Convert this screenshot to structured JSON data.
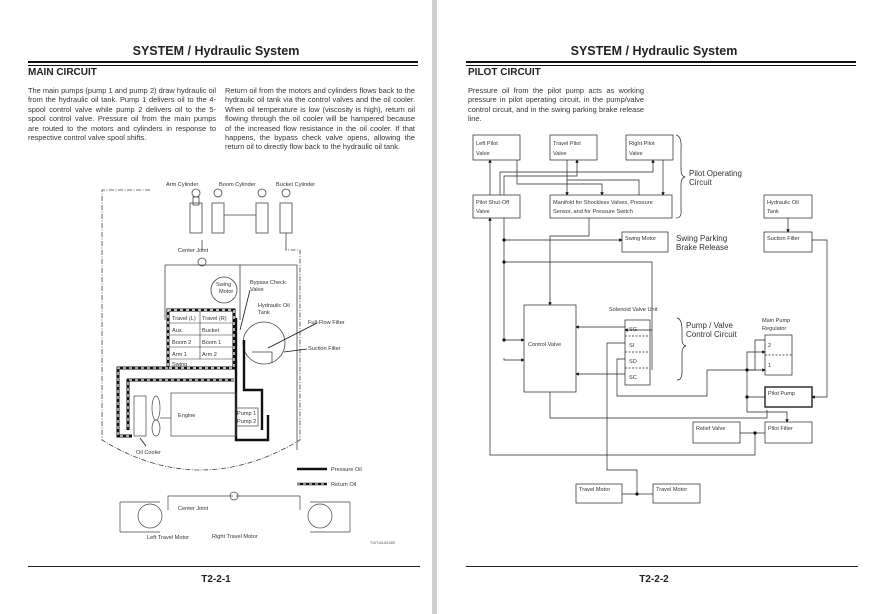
{
  "left_page": {
    "title": "SYSTEM / Hydraulic System",
    "heading": "MAIN CIRCUIT",
    "para_left": "The main pumps (pump 1 and pump 2) draw hydraulic oil from the hydraulic oil tank. Pump 1 delivers oil to the 4-spool control valve while pump 2 delivers oil to the 5-spool control valve. Pressure oil from the main pumps are routed to the motors and cylinders in response to respective control valve spool shifts.",
    "para_right": "Return oil from the motors and cylinders flows back to the hydraulic oil tank via the control valves and the oil cooler. When oil temperature is low (viscosity is high), return oil flowing through the oil cooler will be hampered because of the increased flow resistance in the oil cooler. If that happens, the bypass check valve opens, allowing the return oil to directly flow back to the hydraulic oil tank.",
    "diagram": {
      "arm_cylinder": "Arm Cylinder",
      "boom_cylinder": "Boom Cylinder",
      "bucket_cylinder": "Bucket Cylinder",
      "center_joint_top": "Center Joint",
      "swing_motor": [
        "Swing",
        "Motor"
      ],
      "bypass_check_valve": [
        "Bypass Check",
        "Valve"
      ],
      "hydraulic_oil_tank": [
        "Hydraulic Oil",
        "Tank"
      ],
      "full_flow_filter": "Full-Flow Filter",
      "suction_filter": "Suction Filter",
      "spools": [
        "Travel (L)",
        "Travel (R)",
        "Aux.",
        "Bucket",
        "Boom 2",
        "Boom 1",
        "Arm 1",
        "Arm 2",
        "Swing"
      ],
      "engine": "Engine",
      "pump1": "Pump 1",
      "pump2": "Pump 2",
      "oil_cooler": "Oil Cooler",
      "legend_pressure": "Pressure Oil",
      "legend_return": "Return Oil",
      "center_joint_bottom": "Center Joint",
      "left_travel_motor": "Left Travel Motor",
      "right_travel_motor": "Right Travel Motor",
      "figure_id": "T1V7-04-03-003"
    },
    "page_number": "T2-2-1"
  },
  "right_page": {
    "title": "SYSTEM / Hydraulic System",
    "heading": "PILOT CIRCUIT",
    "para": "Pressure oil from the pilot pump acts as working pressure in pilot operating circuit, in the pump/valve control circuit, and in the swing parking brake release line.",
    "diagram": {
      "left_pilot_valve": [
        "Left Pilot",
        "Valve"
      ],
      "travel_pilot_valve": [
        "Travel Pilot",
        "Valve"
      ],
      "right_pilot_valve": [
        "Right Pilot",
        "Valve"
      ],
      "pilot_operating_circuit": [
        "Pilot Operating",
        "Circuit"
      ],
      "pilot_shutoff_valve": [
        "Pilot Shut-Off",
        "Valve"
      ],
      "manifold": [
        "Manifold for Shockless Valves, Pressure",
        "Sensor, and for Pressure Switch"
      ],
      "hydraulic_oil_tank": [
        "Hydraulic Oil",
        "Tank"
      ],
      "suction_filter": "Suction Filter",
      "swing_motor": "Swing Motor",
      "swing_parking_brake_release": [
        "Swing Parking",
        "Brake Release"
      ],
      "solenoid_valve_unit": "Solenoid Valve Unit",
      "solenoids": [
        "SG",
        "SI",
        "SD",
        "SC"
      ],
      "pump_valve_control_circuit": [
        "Pump / Valve",
        "Control Circuit"
      ],
      "control_valve": "Control Valve",
      "main_pump_regulator": [
        "Main Pump",
        "Regulator"
      ],
      "regulator_ports": [
        "2",
        "1"
      ],
      "pilot_pump": "Pilot Pump",
      "relief_valve": "Relief Valve",
      "pilot_filter": "Pilot Filter",
      "travel_motor_left": "Travel Motor",
      "travel_motor_right": "Travel Motor"
    },
    "page_number": "T2-2-2"
  }
}
